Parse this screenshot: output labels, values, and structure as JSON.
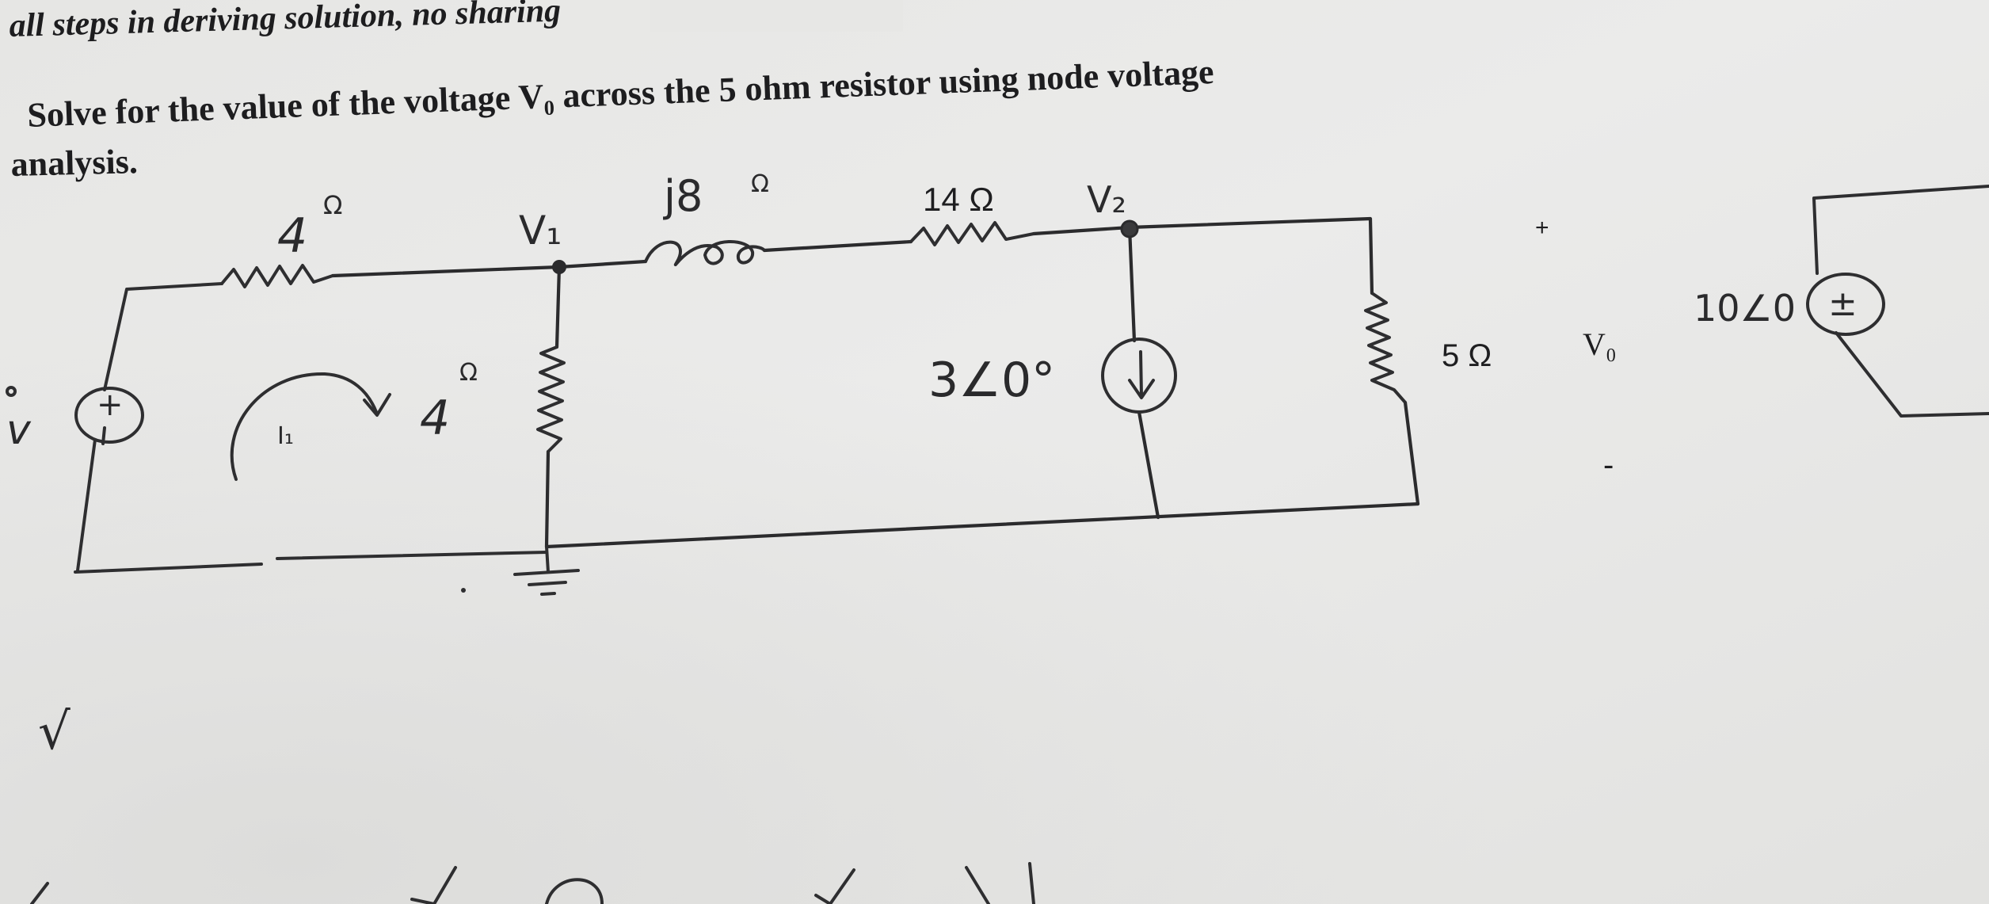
{
  "problem": {
    "header_line": "all steps in deriving solution, no sharing",
    "statement_line1": "Solve for the value of the voltage V₀ across the 5 ohm resistor using node voltage",
    "statement_line2": "analysis."
  },
  "circuit": {
    "left_source_label": "v",
    "source_plus": "+",
    "mesh_current_label": "I₁",
    "r1_value": "4",
    "r1_unit": "Ω",
    "node1_label": "V₁",
    "r2_value": "4",
    "r2_unit": "Ω",
    "inductor_label": "j8",
    "inductor_unit": "Ω",
    "r3_label": "14 Ω",
    "node2_label": "V₂",
    "current_source_label": "3∠0°",
    "r5_label": "5 Ω",
    "vo_label": "V₀",
    "vo_plus": "+",
    "vo_minus": "-",
    "right_source_label": "10∠0",
    "right_source_plus": "±"
  },
  "marks": {
    "checkmark": "√"
  },
  "colors": {
    "paper": "#e9e9e7",
    "ink": "#1d1d1f",
    "pencil": "#2e2e30"
  }
}
